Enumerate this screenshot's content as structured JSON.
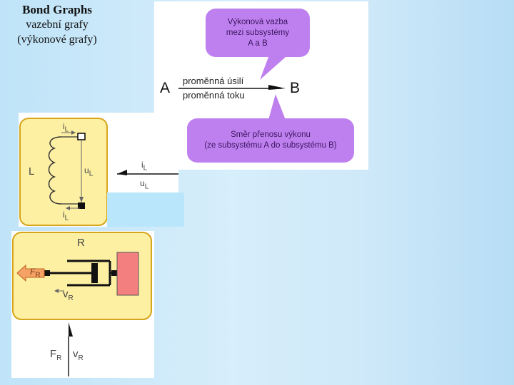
{
  "title": {
    "line1": "Bond Graphs",
    "line2": "vazební grafy",
    "line3": "(výkonové grafy)"
  },
  "power_bond": {
    "bubble_top": [
      "Výkonová vazba",
      "mezi subsystémy",
      "A a B"
    ],
    "effort": "proměnná úsilí",
    "flow": "proměnná toku",
    "node_a": "A",
    "node_b": "B",
    "bubble_bottom": [
      "Směr přenosu výkonu",
      "(ze subsystému A do subsystému B)"
    ]
  },
  "inductor": {
    "element": "L",
    "i_base": "i",
    "i_sub": "L",
    "u_base": "u",
    "u_sub": "L"
  },
  "resistor": {
    "element": "R",
    "f_base": "F",
    "f_sub": "R",
    "v_base": "v",
    "v_sub": "R"
  },
  "colors": {
    "bubble": "#bf80ef",
    "panel_fill": "#fdf0a3",
    "panel_border": "#d7a51b",
    "mass": "#f47f7f"
  }
}
